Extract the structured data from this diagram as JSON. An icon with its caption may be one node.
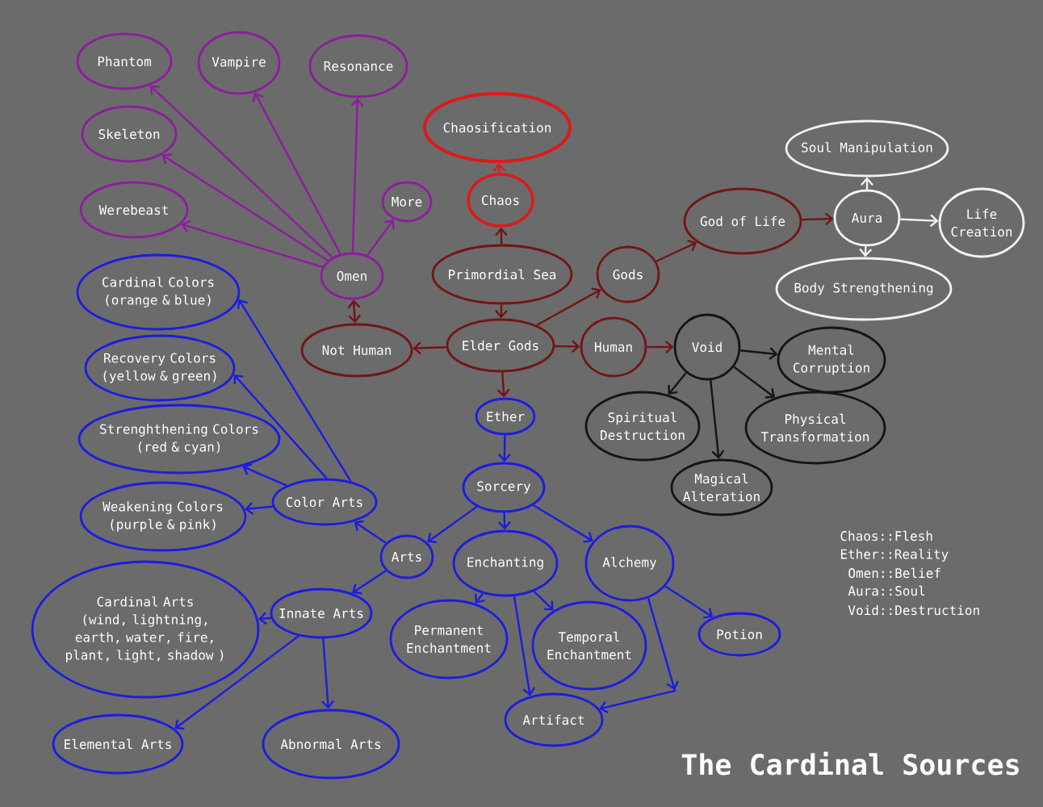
{
  "diagram": {
    "title": "The Cardinal Sources",
    "nodes": [
      {
        "text": [
          "Phantom"
        ]
      },
      {
        "text": [
          "Vampire"
        ]
      },
      {
        "text": [
          "Resonance"
        ]
      },
      {
        "text": [
          "Skeleton"
        ]
      },
      {
        "text": [
          "Werebeast"
        ]
      },
      {
        "text": [
          "More"
        ]
      },
      {
        "text": [
          "Omen"
        ]
      },
      {
        "text": [
          "Chaosification"
        ]
      },
      {
        "text": [
          "Chaos"
        ]
      },
      {
        "text": [
          "Primordial Sea"
        ]
      },
      {
        "text": [
          "Not Human"
        ]
      },
      {
        "text": [
          "Elder Gods"
        ]
      },
      {
        "text": [
          "Gods"
        ]
      },
      {
        "text": [
          "God of Life"
        ]
      },
      {
        "text": [
          "Aura"
        ]
      },
      {
        "text": [
          "Soul Manipulation"
        ]
      },
      {
        "text": [
          "Life Creation"
        ]
      },
      {
        "text": [
          "Body Strengthening"
        ]
      },
      {
        "text": [
          "Human"
        ]
      },
      {
        "text": [
          "Void"
        ]
      },
      {
        "text": [
          "Mental Corruption"
        ]
      },
      {
        "text": [
          "Spiritual Destruction"
        ]
      },
      {
        "text": [
          "Physical Transformation"
        ]
      },
      {
        "text": [
          "Magical Alteration"
        ]
      },
      {
        "text": [
          "Cardinal Colors (orange & blue)"
        ]
      },
      {
        "text": [
          "Recovery Colors (yellow & green)"
        ]
      },
      {
        "text": [
          "Strenghthening Colors (red & cyan)"
        ]
      },
      {
        "text": [
          "Weakening Colors (purple & pink)"
        ]
      },
      {
        "text": [
          "Color Arts"
        ]
      },
      {
        "text": [
          "Ether"
        ]
      },
      {
        "text": [
          "Sorcery"
        ]
      },
      {
        "text": [
          "Arts"
        ]
      },
      {
        "text": [
          "Enchanting"
        ]
      },
      {
        "text": [
          "Alchemy"
        ]
      },
      {
        "text": [
          "Innate Arts"
        ]
      },
      {
        "text": [
          "Cardinal Arts (wind, lightning, earth, water, fire, plant, light, shadow )"
        ]
      },
      {
        "text": [
          "Permanent Enchantment"
        ]
      },
      {
        "text": [
          "Temporal Enchantment"
        ]
      },
      {
        "text": [
          "Potion"
        ]
      },
      {
        "text": [
          "Artifact"
        ]
      },
      {
        "text": [
          "Elemental Arts"
        ]
      },
      {
        "text": [
          "Abnormal Arts"
        ]
      }
    ],
    "edges": [
      {
        "from": 6,
        "to": 0,
        "arrow": "to",
        "color": "#8b1e9b"
      },
      {
        "from": 6,
        "to": 1,
        "arrow": "to",
        "color": "#8b1e9b"
      },
      {
        "from": 6,
        "to": 2,
        "arrow": "to",
        "color": "#8b1e9b"
      },
      {
        "from": 6,
        "to": 3,
        "arrow": "to",
        "color": "#8b1e9b"
      },
      {
        "from": 6,
        "to": 4,
        "arrow": "to",
        "color": "#8b1e9b"
      },
      {
        "from": 6,
        "to": 5,
        "arrow": "to",
        "color": "#8b1e9b"
      },
      {
        "from": 6,
        "to": 10,
        "arrow": "both",
        "color": "#731515"
      },
      {
        "from": 9,
        "to": 8,
        "arrow": "to",
        "color": "#731515"
      },
      {
        "from": 8,
        "to": 7,
        "arrow": "to",
        "color": "#e01818"
      },
      {
        "from": 9,
        "to": 11,
        "arrow": "to",
        "color": "#731515"
      },
      {
        "from": 11,
        "to": 10,
        "arrow": "to",
        "color": "#731515"
      },
      {
        "from": 11,
        "to": 12,
        "arrow": "to",
        "color": "#731515"
      },
      {
        "from": 12,
        "to": 13,
        "arrow": "to",
        "color": "#731515"
      },
      {
        "from": 13,
        "to": 14,
        "arrow": "to",
        "color": "#731515"
      },
      {
        "from": 14,
        "to": 15,
        "arrow": "to",
        "color": "#f2f2f2"
      },
      {
        "from": 14,
        "to": 16,
        "arrow": "to",
        "color": "#f2f2f2"
      },
      {
        "from": 14,
        "to": 17,
        "arrow": "to",
        "color": "#f2f2f2"
      },
      {
        "from": 11,
        "to": 18,
        "arrow": "to",
        "color": "#731515"
      },
      {
        "from": 18,
        "to": 19,
        "arrow": "to",
        "color": "#731515"
      },
      {
        "from": 19,
        "to": 20,
        "arrow": "to",
        "color": "#151515"
      },
      {
        "from": 19,
        "to": 21,
        "arrow": "to",
        "color": "#151515"
      },
      {
        "from": 19,
        "to": 22,
        "arrow": "to",
        "color": "#151515"
      },
      {
        "from": 19,
        "to": 23,
        "arrow": "to",
        "color": "#151515"
      },
      {
        "from": 11,
        "to": 29,
        "arrow": "to",
        "color": "#731515"
      },
      {
        "from": 29,
        "to": 30,
        "arrow": "to"
      },
      {
        "from": 30,
        "to": 31,
        "arrow": "to"
      },
      {
        "from": 30,
        "to": 32,
        "arrow": "to"
      },
      {
        "from": 30,
        "to": 33,
        "arrow": "to"
      },
      {
        "from": 31,
        "to": 28,
        "arrow": "to"
      },
      {
        "from": 31,
        "to": 34,
        "arrow": "to"
      },
      {
        "from": 28,
        "to": 24,
        "arrow": "to"
      },
      {
        "from": 28,
        "to": 25,
        "arrow": "to"
      },
      {
        "from": 28,
        "to": 26,
        "arrow": "to"
      },
      {
        "from": 28,
        "to": 27,
        "arrow": "to"
      },
      {
        "from": 34,
        "to": 35,
        "arrow": "to"
      },
      {
        "from": 34,
        "to": 40,
        "arrow": "to"
      },
      {
        "from": 34,
        "to": 41,
        "arrow": "to"
      },
      {
        "from": 32,
        "to": 36,
        "arrow": "to"
      },
      {
        "from": 32,
        "to": 37,
        "arrow": "to"
      },
      {
        "from": 32,
        "to": 39,
        "arrow": "to"
      },
      {
        "from": 33,
        "to": 38,
        "arrow": "to"
      },
      {
        "from": 33,
        "to": 39,
        "arrow": "to"
      }
    ],
    "labels": [
      "Chaos::Flesh",
      "Ether::Reality",
      "Omen::Belief",
      "Aura::Soul",
      "Void::Destruction"
    ]
  }
}
